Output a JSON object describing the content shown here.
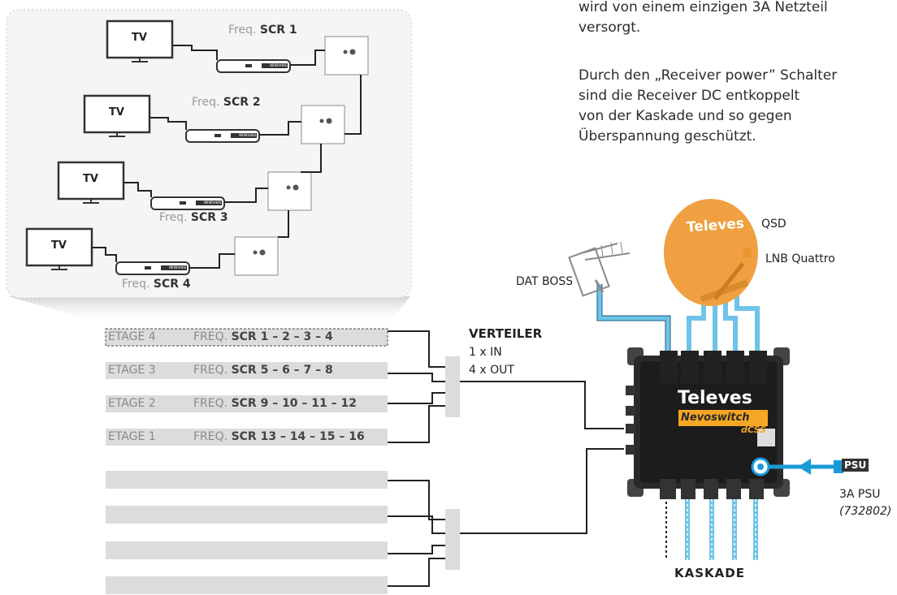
{
  "description": {
    "line1": "wird von einem einzigen 3A Netzteil",
    "line2": "versorgt.",
    "line3": "Durch den „Receiver power” Schalter",
    "line4": "sind die Receiver DC entkoppelt",
    "line5": "von der Kaskade und so gegen",
    "line6": "Überspannung geschützt."
  },
  "tv_units": [
    {
      "tv": "TV",
      "freq_prefix": "Freq.",
      "scr": "SCR 1"
    },
    {
      "tv": "TV",
      "freq_prefix": "Freq.",
      "scr": "SCR 2"
    },
    {
      "tv": "TV",
      "freq_prefix": "Freq.",
      "scr": "SCR 3"
    },
    {
      "tv": "TV",
      "freq_prefix": "Freq.",
      "scr": "SCR 4"
    }
  ],
  "receiver_brand": "Televes",
  "floors": [
    {
      "etage": "ETAGE 4",
      "freq_prefix": "FREQ.",
      "scr": "SCR 1 – 2 – 3 – 4"
    },
    {
      "etage": "ETAGE 3",
      "freq_prefix": "FREQ.",
      "scr": "SCR 5 – 6 – 7 – 8"
    },
    {
      "etage": "ETAGE 2",
      "freq_prefix": "FREQ.",
      "scr": "SCR 9 – 10 – 11 – 12"
    },
    {
      "etage": "ETAGE 1",
      "freq_prefix": "FREQ.",
      "scr": "SCR 13 – 14 – 15 – 16"
    }
  ],
  "splitter": {
    "title": "VERTEILER",
    "in": "1 x IN",
    "out": "4 x OUT"
  },
  "dish": {
    "brand": "Televes",
    "label": "QSD"
  },
  "lnb_label": "LNB Quattro",
  "antenna_label": "DAT BOSS",
  "multiswitch": {
    "brand": "Televes",
    "model": "Nevoswitch",
    "variant": "dCSS"
  },
  "psu": {
    "tag": "PSU",
    "label": "3A PSU",
    "code": "(732802)"
  },
  "cascade_label": "KASKADE",
  "colors": {
    "cable_blue": "#6fc3e8",
    "dish_orange": "#f0a040",
    "panel_gray": "#dcdcdc",
    "arrow_blue": "#1a9bd7"
  }
}
